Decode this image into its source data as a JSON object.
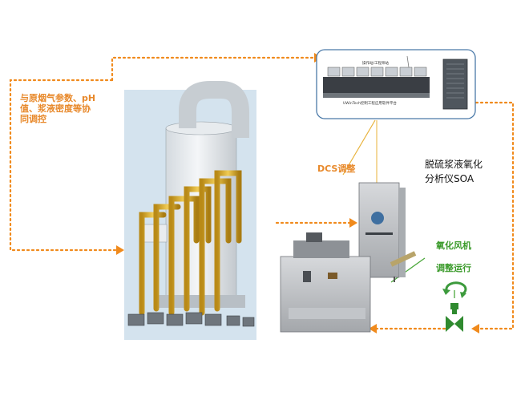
{
  "labels": {
    "left_note_lines": [
      "与原烟气参数、pH",
      "值、浆液密度等协",
      "同调控"
    ],
    "dcs": "DCS调整",
    "analyzer_lines": [
      "脱硫浆液氧化",
      "分析仪SOA"
    ],
    "fan": "氧化风机",
    "adjust": "调整运行",
    "ws_banner": "操作站/工程师站",
    "ws_platform": "UWinTech控制工程应用软件平台"
  },
  "colors": {
    "flow_orange": "#f08a1c",
    "link_green": "#4ca83c",
    "analyzer_line": "#e8b23a"
  }
}
